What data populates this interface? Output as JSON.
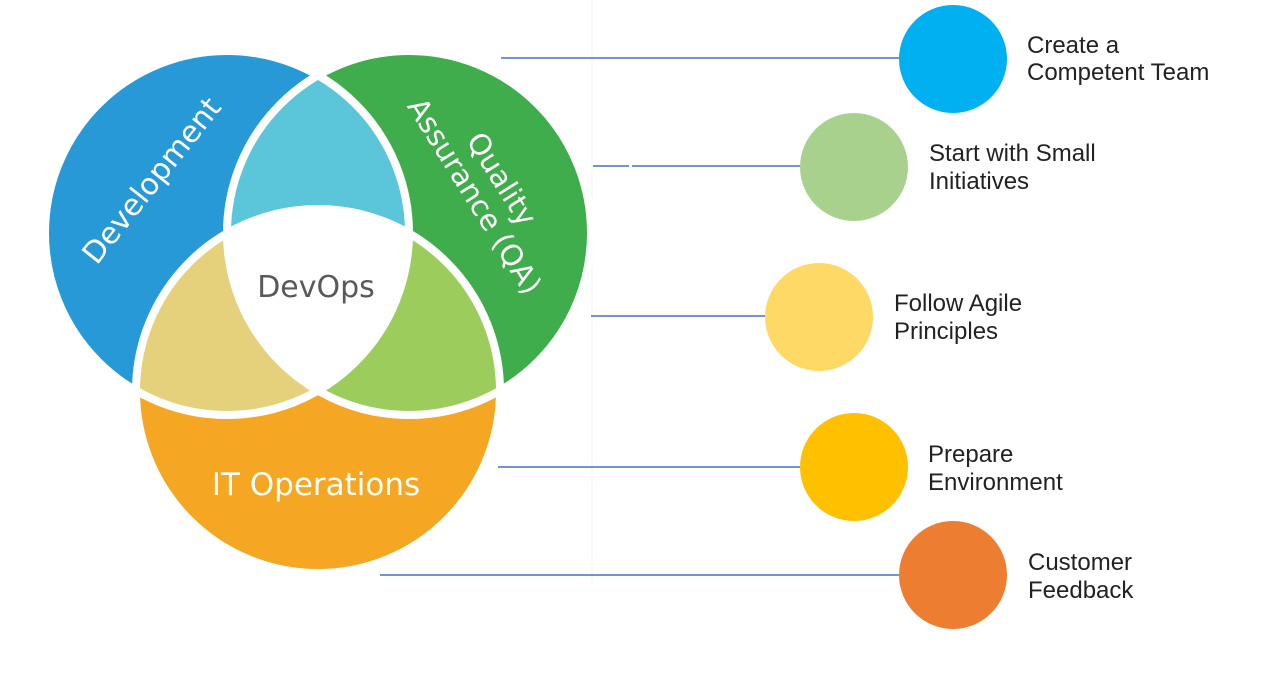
{
  "diagram": {
    "center_label": "DevOps",
    "domains": [
      {
        "id": "development",
        "label_lines": [
          "Development"
        ],
        "color": "#2699d6"
      },
      {
        "id": "qa",
        "label_lines": [
          "Quality",
          "Assurance (QA)"
        ],
        "color": "#3fad4b"
      },
      {
        "id": "it-operations",
        "label_lines": [
          "IT Operations"
        ],
        "color": "#f5a623"
      }
    ],
    "overlap_colors": {
      "development_qa": "#5bc5d9",
      "development_operations": "#e5d17b",
      "qa_operations": "#9ccd5c",
      "all_three": "#ffffff"
    }
  },
  "connector_color": "#4472c4",
  "practices": [
    {
      "lines": [
        "Create a",
        "Competent Team"
      ],
      "color": "#00b0f0"
    },
    {
      "lines": [
        "Start with Small",
        "Initiatives"
      ],
      "color": "#a9d18e"
    },
    {
      "lines": [
        "Follow Agile",
        "Principles"
      ],
      "color": "#ffd966"
    },
    {
      "lines": [
        "Prepare",
        "Environment"
      ],
      "color": "#ffc000"
    },
    {
      "lines": [
        "Customer",
        "Feedback"
      ],
      "color": "#ed7d31"
    }
  ]
}
